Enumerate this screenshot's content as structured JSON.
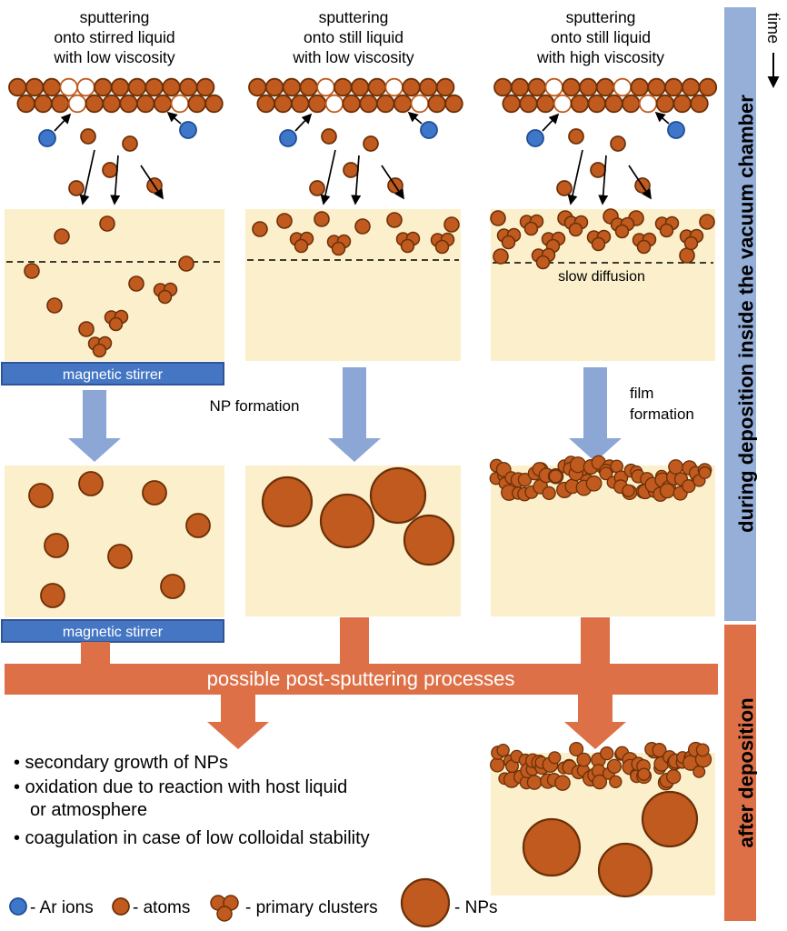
{
  "columns": [
    {
      "title_lines": [
        "sputtering",
        "onto stirred liquid",
        "with low viscosity"
      ]
    },
    {
      "title_lines": [
        "sputtering",
        "onto still liquid",
        "with low viscosity"
      ]
    },
    {
      "title_lines": [
        "sputtering",
        "onto still liquid",
        "with high viscosity"
      ]
    }
  ],
  "labels": {
    "magnetic_stirrer": "magnetic stirrer",
    "np_formation": "NP formation",
    "film_formation_line1": "film",
    "film_formation_line2": "formation",
    "slow_diffusion": "slow diffusion",
    "post_band": "possible post-sputtering processes"
  },
  "bullets": [
    "• secondary growth of NPs",
    "• oxidation due to reaction with host liquid",
    "or atmosphere",
    "• coagulation in case of low colloidal stability"
  ],
  "legend": [
    {
      "label": "- Ar ions"
    },
    {
      "label": "- atoms"
    },
    {
      "label": "- primary clusters"
    },
    {
      "label": "- NPs"
    }
  ],
  "sidebar": {
    "time": "time",
    "during": "during deposition inside the vacuum chamber",
    "after": "after deposition"
  },
  "colors": {
    "atom": "#C05A1E",
    "atomStroke": "#6B3008",
    "ion": "#3E76C9",
    "ionStroke": "#1F4E96",
    "liquid": "#FBF0CB",
    "stirrer": "#4576C4",
    "stirrerStroke": "#2F5597",
    "arrowBlue": "#8CA6D6",
    "orange": "#DE7048",
    "sidebarBlue": "#95AFD9",
    "sidebarText": "#1F3864"
  }
}
